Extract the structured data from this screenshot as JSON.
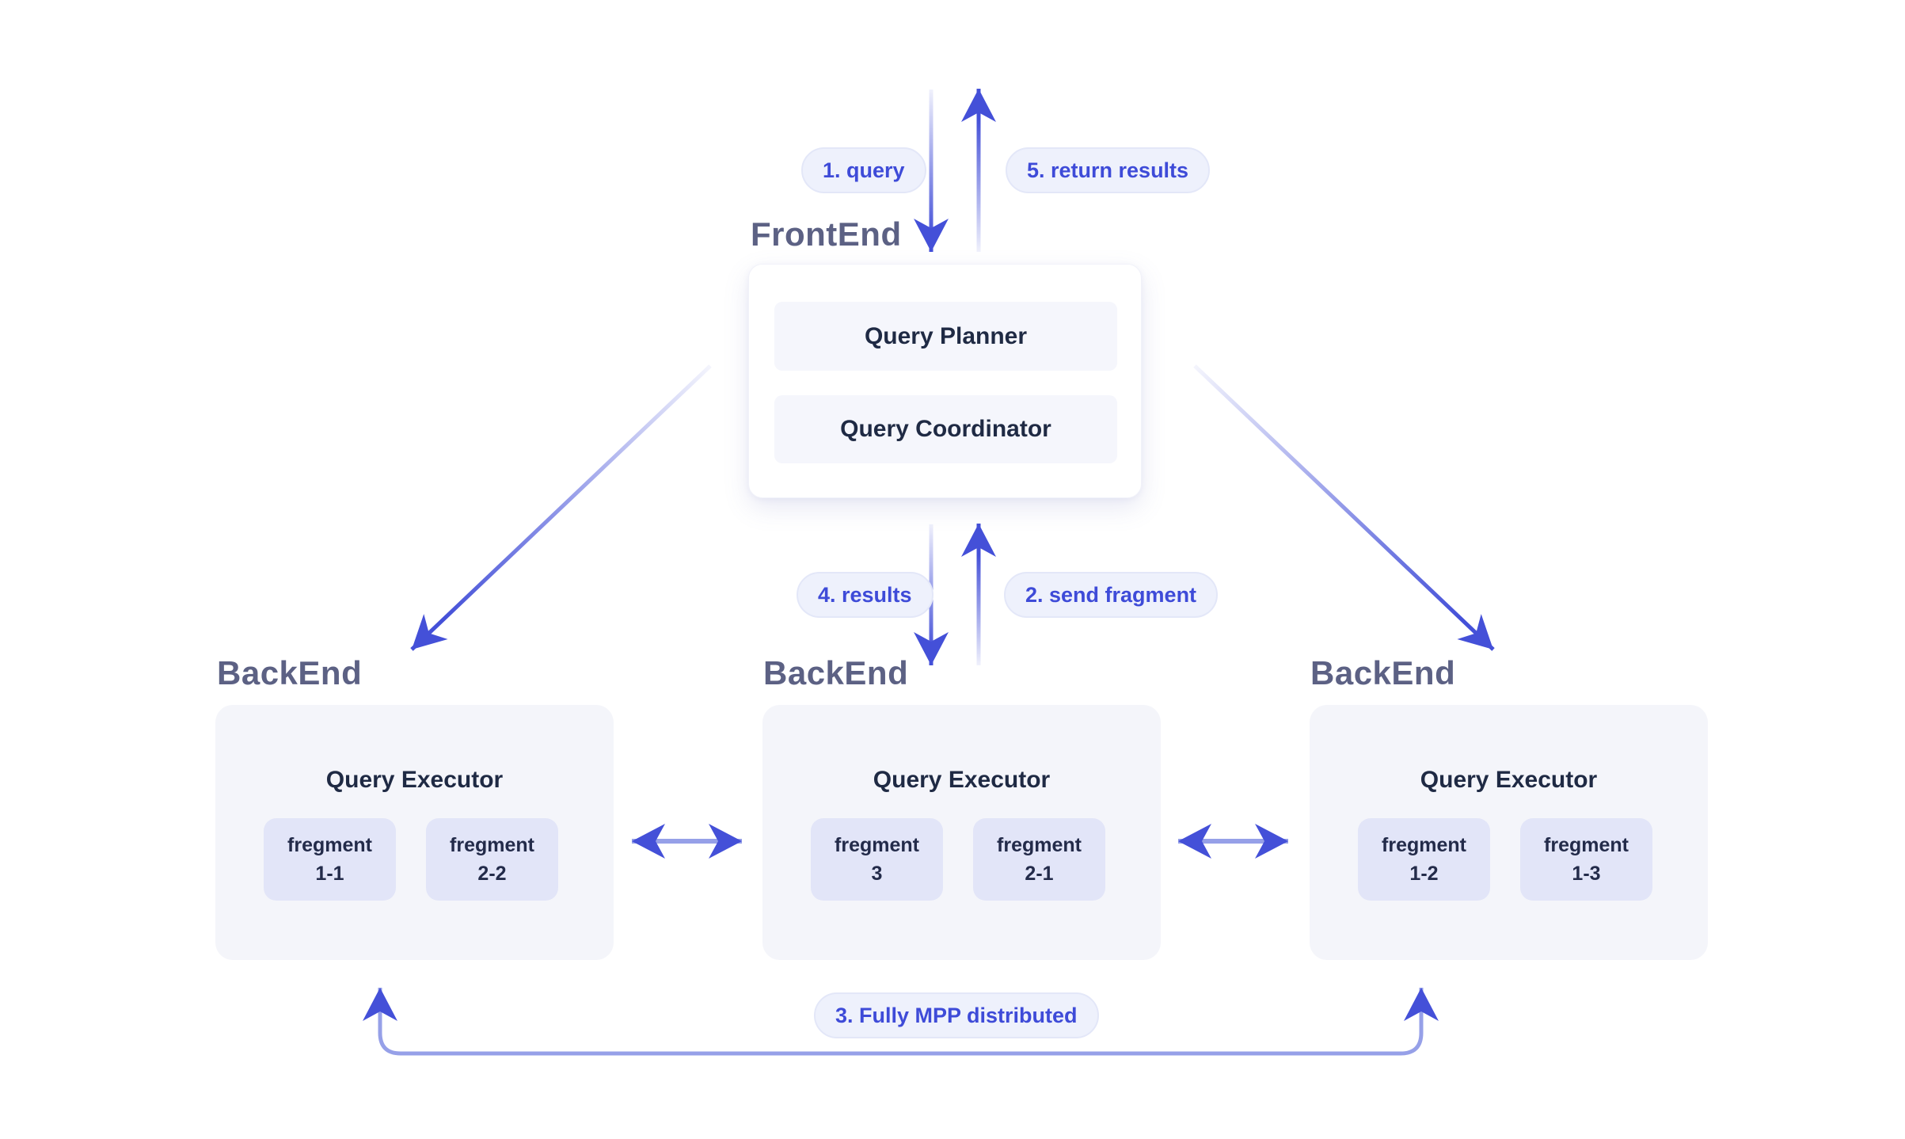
{
  "frontend": {
    "label": "FrontEnd",
    "planner": "Query Planner",
    "coordinator": "Query Coordinator"
  },
  "backends": [
    {
      "label": "BackEnd",
      "executor_title": "Query Executor",
      "fragments": [
        {
          "name": "fregment",
          "id": "1-1"
        },
        {
          "name": "fregment",
          "id": "2-2"
        }
      ]
    },
    {
      "label": "BackEnd",
      "executor_title": "Query Executor",
      "fragments": [
        {
          "name": "fregment",
          "id": "3"
        },
        {
          "name": "fregment",
          "id": "2-1"
        }
      ]
    },
    {
      "label": "BackEnd",
      "executor_title": "Query Executor",
      "fragments": [
        {
          "name": "fregment",
          "id": "1-2"
        },
        {
          "name": "fregment",
          "id": "1-3"
        }
      ]
    }
  ],
  "flow": {
    "step1": "1. query",
    "step2": "2. send fragment",
    "step3": "3. Fully MPP distributed",
    "step4": "4. results",
    "step5": "5. return results"
  },
  "colors": {
    "accent_blue": "#4450D8",
    "light_arrow_line": "#96A0E8",
    "pill_text": "#3E4BD8",
    "pill_bg": "#EEF1FC",
    "pill_border": "#E3E7F8",
    "node_label": "#5C6184",
    "dark_navy_text": "#1F2A44",
    "backend_card_bg": "#F4F5FA",
    "frontend_inner_box_bg": "#F5F6FC",
    "fragment_box_bg": "#E2E5F8",
    "page_bg": "#FFFFFF"
  }
}
